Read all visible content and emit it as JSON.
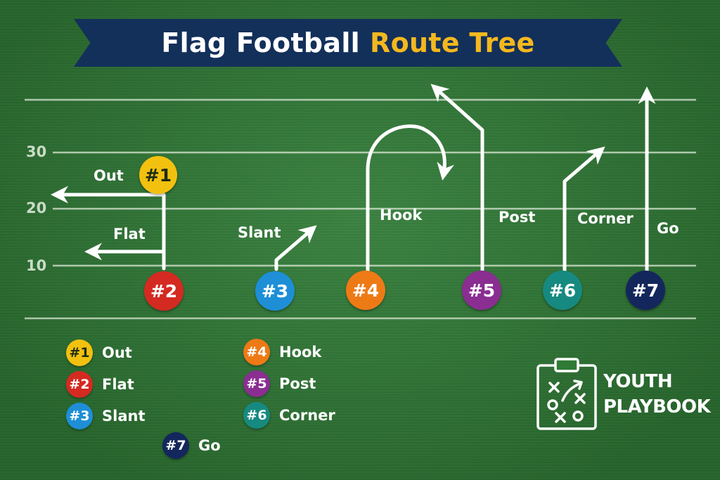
{
  "header": {
    "title_part1": "Flag Football",
    "title_part2": "Route Tree"
  },
  "yard_markers": [
    "30",
    "20",
    "10"
  ],
  "routes": [
    {
      "number": "#1",
      "label": "Out",
      "color": "#f2c10f"
    },
    {
      "number": "#2",
      "label": "Flat",
      "color": "#d42a22"
    },
    {
      "number": "#3",
      "label": "Slant",
      "color": "#1e8fd6"
    },
    {
      "number": "#4",
      "label": "Hook",
      "color": "#ee7a16"
    },
    {
      "number": "#5",
      "label": "Post",
      "color": "#8a2e92"
    },
    {
      "number": "#6",
      "label": "Corner",
      "color": "#168a80"
    },
    {
      "number": "#7",
      "label": "Go",
      "color": "#13275c"
    }
  ],
  "brand": {
    "line1": "YOUTH",
    "line2": "PLAYBOOK",
    "icon": "clipboard-play-icon"
  }
}
